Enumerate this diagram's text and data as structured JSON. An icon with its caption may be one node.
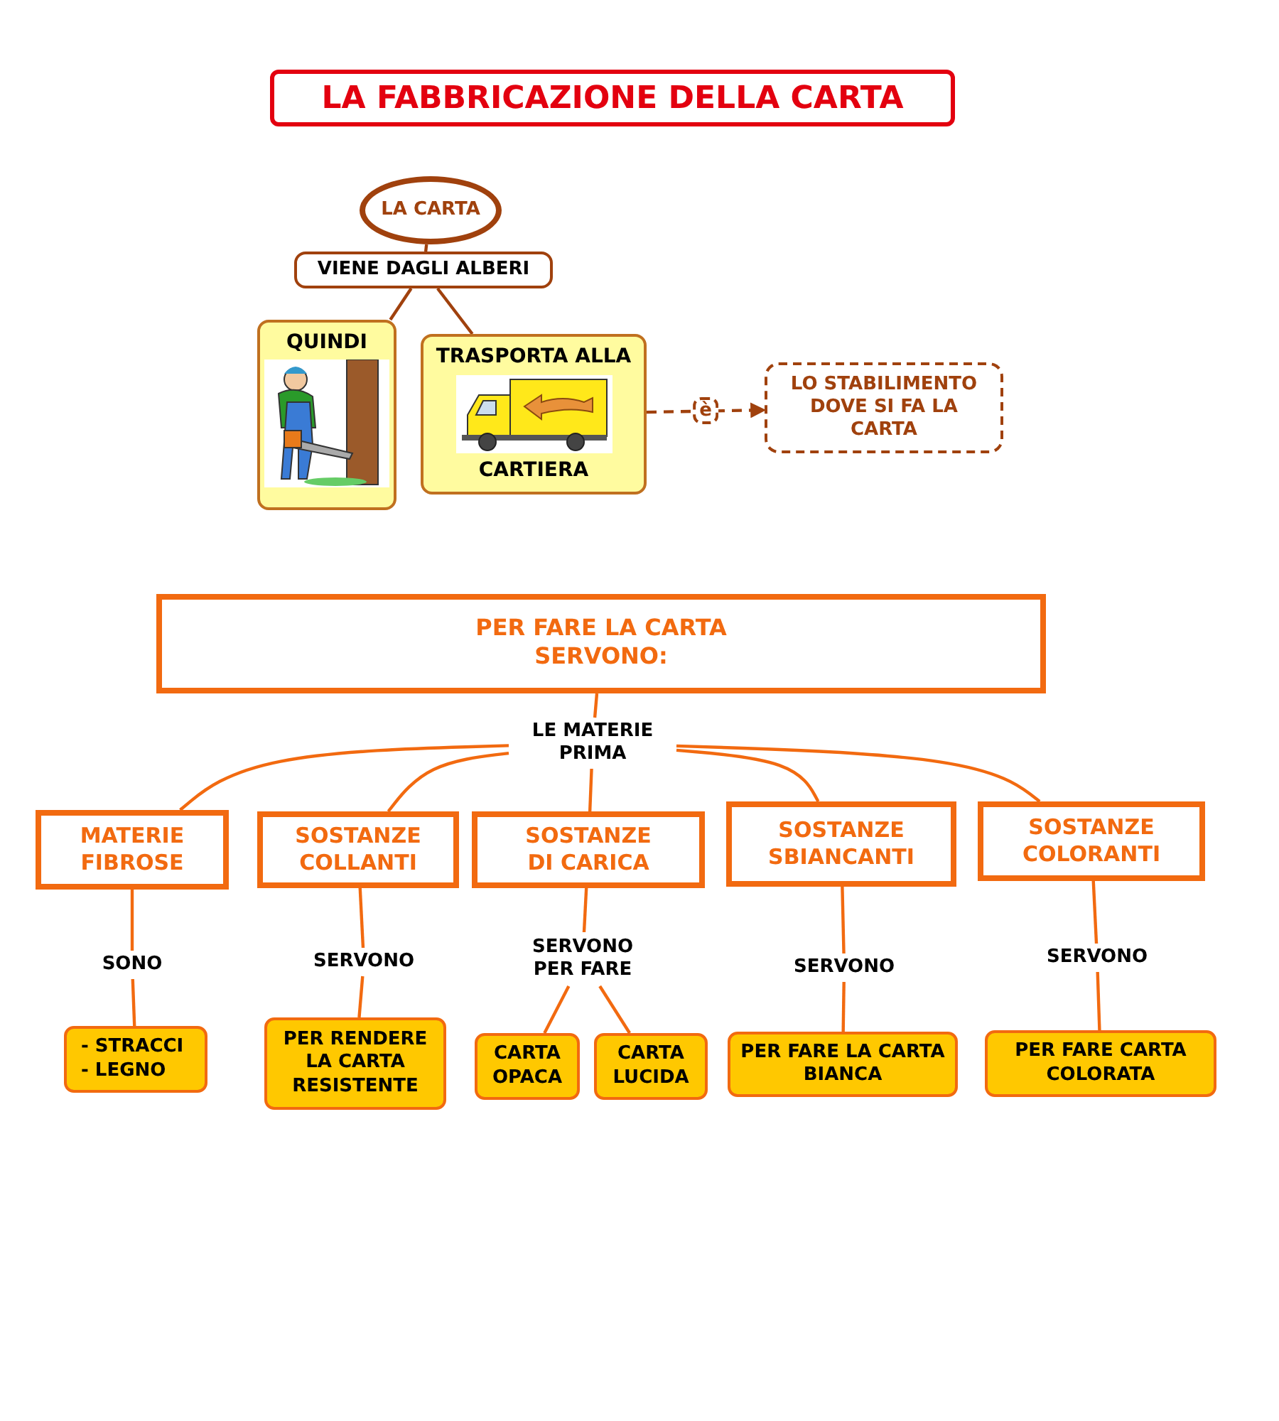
{
  "diagram": {
    "title": "LA FABBRICAZIONE DELLA CARTA",
    "nodes": [
      {
        "text": [
          "LA CARTA"
        ]
      },
      {
        "text": [
          "VIENE DAGLI ALBERI"
        ]
      },
      {
        "text": [
          "QUINDI"
        ]
      },
      {
        "text": [
          "TRASPORTA ALLA",
          "CARTIERA"
        ]
      },
      {
        "text": [
          "LO STABILIMENTO DOVE SI FA LA CARTA"
        ]
      },
      {
        "text": [
          "PER FARE LA CARTA SERVONO:"
        ]
      },
      {
        "text": [
          "LE MATERIE PRIMA"
        ]
      },
      {
        "text": [
          "MATERIE FIBROSE"
        ]
      },
      {
        "text": [
          "SOSTANZE COLLANTI"
        ]
      },
      {
        "text": [
          "SOSTANZE DI CARICA"
        ]
      },
      {
        "text": [
          "SOSTANZE SBIANCANTI"
        ]
      },
      {
        "text": [
          "SOSTANZE COLORANTI"
        ]
      },
      {
        "text": [
          "SONO"
        ]
      },
      {
        "text": [
          "SERVONO"
        ]
      },
      {
        "text": [
          "SERVONO PER FARE"
        ]
      },
      {
        "text": [
          "SERVONO"
        ]
      },
      {
        "text": [
          "SERVONO"
        ]
      },
      {
        "text": [
          "- STRACCI",
          "- LEGNO"
        ]
      },
      {
        "text": [
          "PER RENDERE LA CARTA RESISTENTE"
        ]
      },
      {
        "text": [
          "CARTA OPACA"
        ]
      },
      {
        "text": [
          "CARTA LUCIDA"
        ]
      },
      {
        "text": [
          "PER FARE LA CARTA BIANCA"
        ]
      },
      {
        "text": [
          "PER FARE CARTA COLORATA"
        ]
      }
    ],
    "edges": [
      {
        "from": 0,
        "to": 1,
        "arrow": "none",
        "color": "#a0410d"
      },
      {
        "from": 1,
        "to": 2,
        "arrow": "none",
        "color": "#a0410d"
      },
      {
        "from": 1,
        "to": 3,
        "arrow": "none",
        "color": "#a0410d"
      },
      {
        "from": 3,
        "to": 4,
        "arrow": "to",
        "label": "è",
        "style": "dashed",
        "color": "#a0410d"
      },
      {
        "from": 5,
        "to": 6,
        "arrow": "none"
      },
      {
        "from": 6,
        "to": 7,
        "arrow": "none"
      },
      {
        "from": 6,
        "to": 8,
        "arrow": "none"
      },
      {
        "from": 6,
        "to": 9,
        "arrow": "none"
      },
      {
        "from": 6,
        "to": 10,
        "arrow": "none"
      },
      {
        "from": 6,
        "to": 11,
        "arrow": "none"
      },
      {
        "from": 7,
        "to": 12,
        "arrow": "none"
      },
      {
        "from": 12,
        "to": 17,
        "arrow": "none"
      },
      {
        "from": 8,
        "to": 13,
        "arrow": "none"
      },
      {
        "from": 13,
        "to": 18,
        "arrow": "none"
      },
      {
        "from": 9,
        "to": 14,
        "arrow": "none"
      },
      {
        "from": 14,
        "to": 19,
        "arrow": "none"
      },
      {
        "from": 14,
        "to": 20,
        "arrow": "none"
      },
      {
        "from": 10,
        "to": 15,
        "arrow": "none"
      },
      {
        "from": 15,
        "to": 21,
        "arrow": "none"
      },
      {
        "from": 11,
        "to": 16,
        "arrow": "none"
      },
      {
        "from": 16,
        "to": 22,
        "arrow": "none"
      }
    ]
  }
}
